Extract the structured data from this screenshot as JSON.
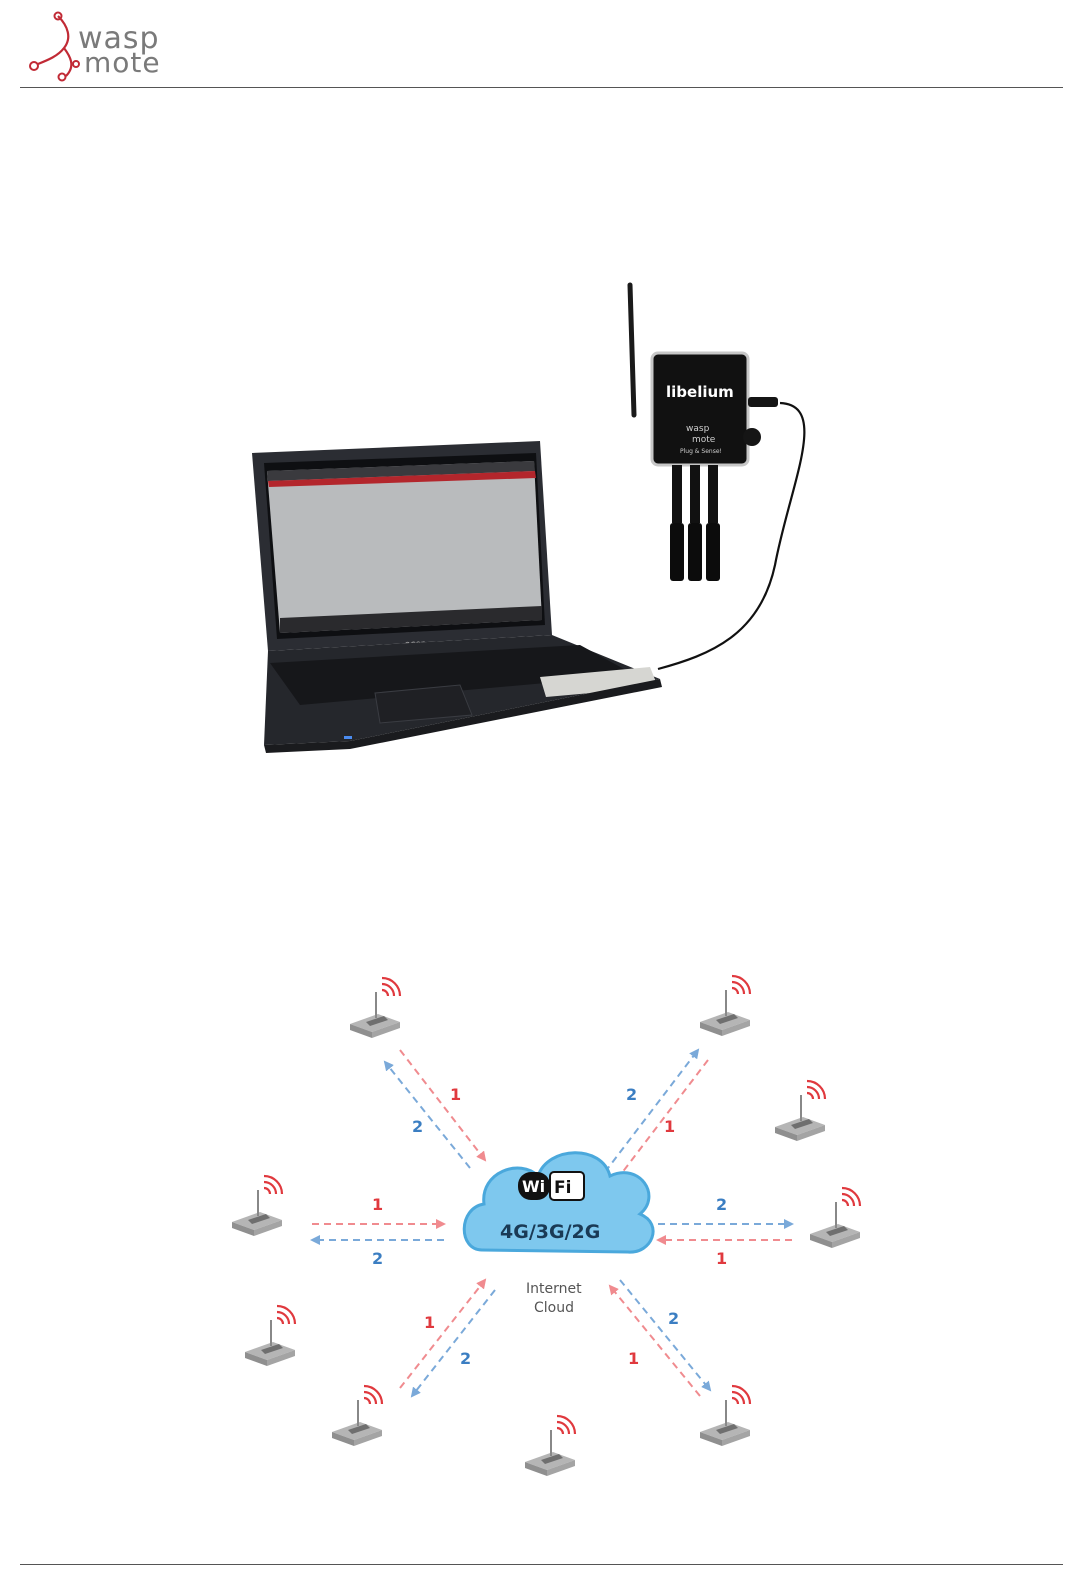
{
  "header": {
    "logo_top": "wasp",
    "logo_bottom": "mote"
  },
  "photo": {
    "device_brand": "libelium",
    "device_logo_top": "wasp",
    "device_logo_bottom": "mote",
    "device_tagline": "Plug & Sense!",
    "laptop_brand": "acer"
  },
  "diagram": {
    "cloud_wifi_left": "Wi",
    "cloud_wifi_right": "Fi",
    "cloud_networks": "4G/3G/2G",
    "cloud_caption_line1": "Internet",
    "cloud_caption_line2": "Cloud",
    "arrow_label_1": "1",
    "arrow_label_2": "2",
    "colors": {
      "red": "#e0393e",
      "blue": "#3b7ec2",
      "cloud": "#7ec8ee",
      "cloud_dark": "#4aa8dc"
    }
  }
}
